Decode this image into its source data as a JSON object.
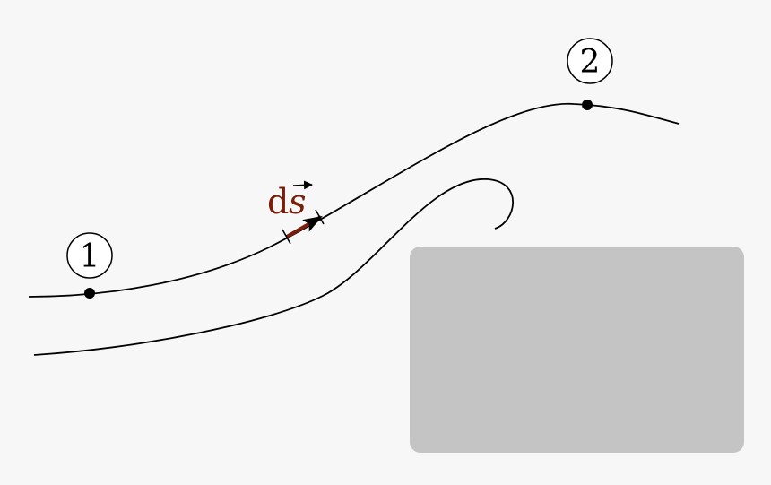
{
  "labels": {
    "point1": "1",
    "point2": "2",
    "ds_d": "d",
    "ds_s": "s"
  },
  "colors": {
    "background": "#f7f7f7",
    "obstacle": "#c4c4c4",
    "ds_vector": "#7a1e0a",
    "lines": "#000000"
  }
}
